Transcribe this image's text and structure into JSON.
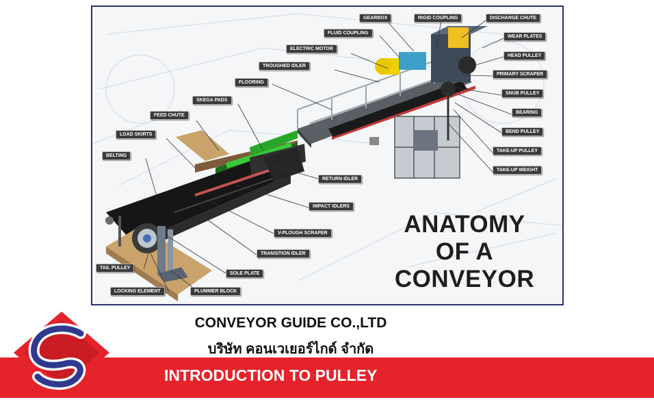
{
  "diagram": {
    "title_line1": "ANATOMY",
    "title_line2": "OF A",
    "title_line3": "CONVEYOR",
    "labels": {
      "gearbox": "GEARBOX",
      "rigid_coupling": "RIGID COUPLING",
      "discharge_chute": "DISCHARGE CHUTE",
      "fluid_coupling": "FLUID COUPLING",
      "wear_plates": "WEAR PLATES",
      "electric_motor": "ELECTRIC MOTOR",
      "head_pulley": "HEAD PULLEY",
      "troughed_idler": "TROUGHED IDLER",
      "primary_scraper": "PRIMARY SCRAPER",
      "flooring": "FLOORING",
      "snub_pulley": "SNUB PULLEY",
      "skega_pads": "SKEGA PADS",
      "bearing": "BEARING",
      "feed_chute": "FEED CHUTE",
      "bend_pulley": "BEND PULLEY",
      "load_skirts": "LOAD SKIRTS",
      "take_up_pulley": "TAKE-UP PULLEY",
      "belting": "BELTING",
      "take_up_weight": "TAKE-UP WEIGHT",
      "return_idler": "RETURN IDLER",
      "impact_idlers": "IMPACT IDLERS",
      "v_plough_scraper": "V-PLOUGH SCRAPER",
      "transition_idler": "TRANSITION IDLER",
      "tail_pulley": "TAIL PULLEY",
      "sole_plate": "SOLE PLATE",
      "locking_element": "LOCKING ELEMENT",
      "plummer_block": "PLUMMER BLOCK"
    }
  },
  "company": {
    "name_en": "CONVEYOR GUIDE CO.,LTD",
    "name_th": "บริษัท คอนเวเยอร์ไกด์ จำกัด"
  },
  "banner": {
    "text": "INTRODUCTION TO  PULLEY"
  },
  "colors": {
    "banner": "#e5232b",
    "frame_border": "#2a2f6e",
    "logo_red": "#e5232b",
    "logo_blue": "#2f3a8f"
  }
}
